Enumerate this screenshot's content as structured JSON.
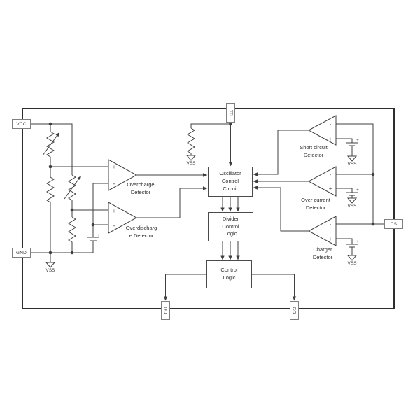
{
  "diagram": {
    "title": "battery-protection-ic-block-diagram",
    "pins": {
      "vcc": "VCC",
      "gnd": "GND",
      "td": "TD",
      "cs": "CS",
      "do": "DO",
      "co": "CO"
    },
    "blocks": {
      "oscillator": "Oscillator\nControl\nCircuit",
      "divider": "Divider\nControl\nLogic",
      "control": "Control\nLogic"
    },
    "detectors": {
      "overcharge": "Overcharge\nDetector",
      "overdischarge": "Overdischarg\ne Detector",
      "short_circuit": "Short circuit\nDetector",
      "over_current": "Over current\nDetector",
      "charger": "Charger\nDetector"
    },
    "labels": {
      "vss": "VSS",
      "battery_plus": "+",
      "op_plus": "+",
      "op_minus": "-"
    },
    "colors": {
      "wire": "#3f3f3f",
      "border": "#2e2e2e",
      "pin_border": "#7f7f7f",
      "text": "#2f2f2f",
      "background": "#ffffff"
    }
  }
}
